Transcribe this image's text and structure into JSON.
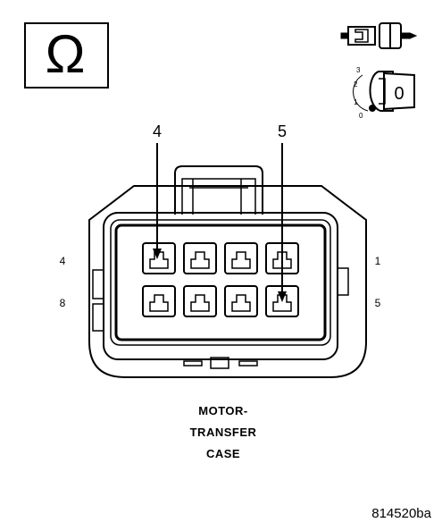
{
  "meter_symbol": "Ω",
  "key_switch": {
    "positions": [
      "3",
      "2",
      "1",
      "0"
    ],
    "key_label": "0"
  },
  "callouts": {
    "left": "4",
    "right": "5"
  },
  "pin_labels": {
    "top_left": "4",
    "bottom_left": "8",
    "top_right": "1",
    "bottom_right": "5"
  },
  "caption": {
    "line1": "MOTOR-",
    "line2": "TRANSFER",
    "line3": "CASE"
  },
  "figure_id": "814520ba"
}
